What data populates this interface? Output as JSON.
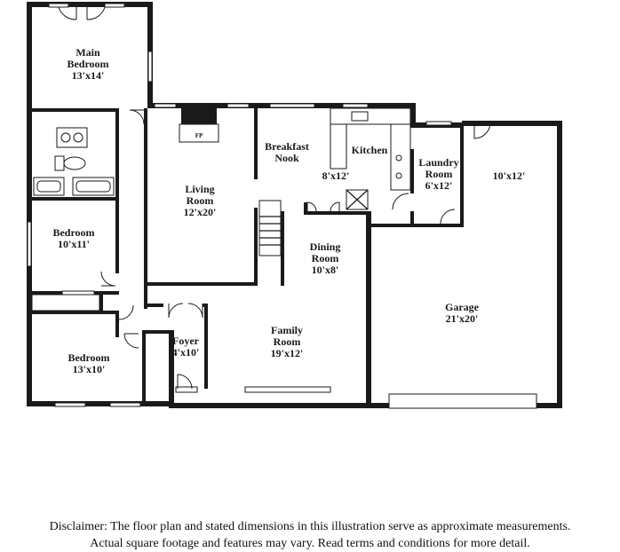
{
  "rooms": [
    {
      "id": "main-bedroom",
      "name": [
        "Main",
        "Bedroom"
      ],
      "dim": "13'x14'"
    },
    {
      "id": "living-room",
      "name": [
        "Living",
        "Room"
      ],
      "dim": "12'x20'"
    },
    {
      "id": "breakfast-nook",
      "name": [
        "Breakfast",
        "Nook"
      ],
      "dim": ""
    },
    {
      "id": "kitchen",
      "name": [
        "Kitchen"
      ],
      "dim": "8'x12'"
    },
    {
      "id": "laundry-room",
      "name": [
        "Laundry",
        "Room"
      ],
      "dim": "6'x12'"
    },
    {
      "id": "storage",
      "name": [],
      "dim": "10'x12'"
    },
    {
      "id": "bedroom-2",
      "name": [
        "Bedroom"
      ],
      "dim": "10'x11'"
    },
    {
      "id": "dining-room",
      "name": [
        "Dining",
        "Room"
      ],
      "dim": "10'x8'"
    },
    {
      "id": "garage",
      "name": [
        "Garage"
      ],
      "dim": "21'x20'"
    },
    {
      "id": "foyer",
      "name": [
        "Foyer"
      ],
      "dim": "4'x10'"
    },
    {
      "id": "family-room",
      "name": [
        "Family",
        "Room"
      ],
      "dim": "19'x12'"
    },
    {
      "id": "bedroom-3",
      "name": [
        "Bedroom"
      ],
      "dim": "13'x10'"
    }
  ],
  "fireplace_label": "FP",
  "disclaimer": {
    "line1": "Disclaimer: The floor plan and stated dimensions in this illustration serve as approximate measurements.",
    "line2": "Actual square footage and features may vary. Read terms and conditions for more detail."
  }
}
